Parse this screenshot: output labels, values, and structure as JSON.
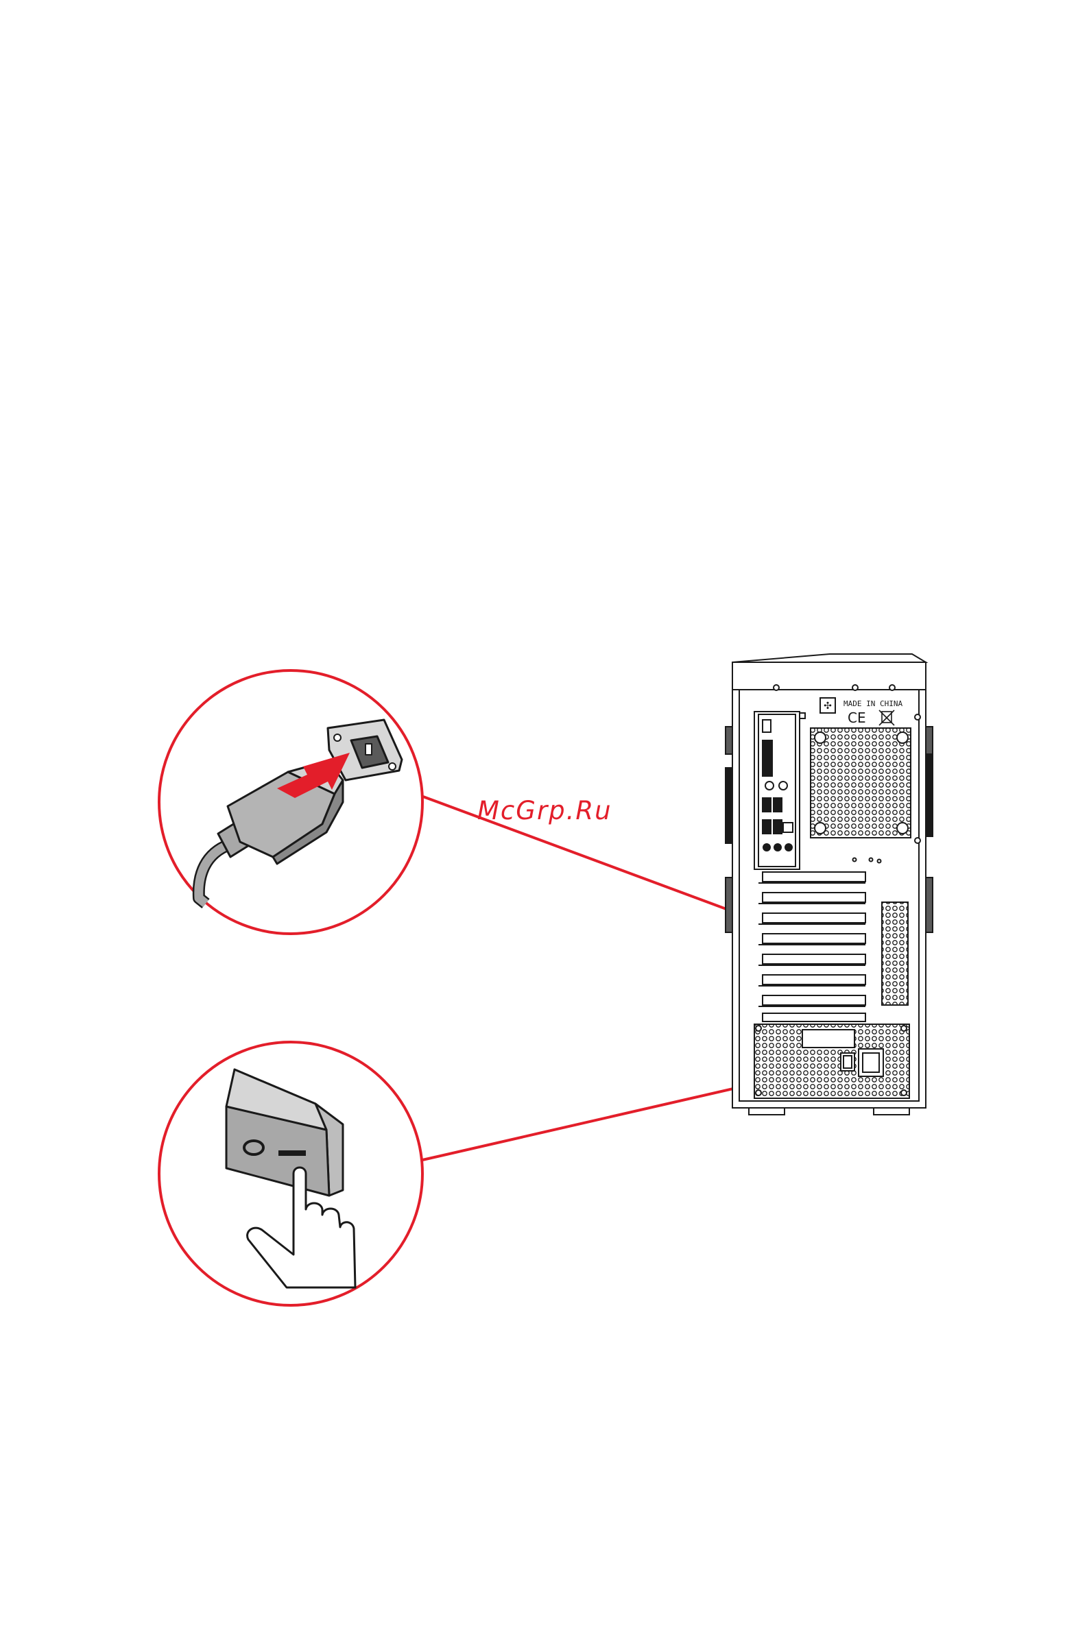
{
  "watermark": {
    "text": "McGrp.Ru"
  },
  "case_label": {
    "made_in": "MADE IN CHINA",
    "ce_mark": "CE"
  },
  "switch_symbols": {
    "off": "O",
    "on": "|"
  },
  "colors": {
    "callout": "#e31e2a",
    "arrow": "#e31e2a",
    "line": "#1a1a1a",
    "shade": "#a8a8a8",
    "dark": "#5a5a5a"
  },
  "icons": [
    "power-plug-icon",
    "rocker-switch-icon",
    "pointing-hand-icon",
    "weee-bin-icon"
  ]
}
